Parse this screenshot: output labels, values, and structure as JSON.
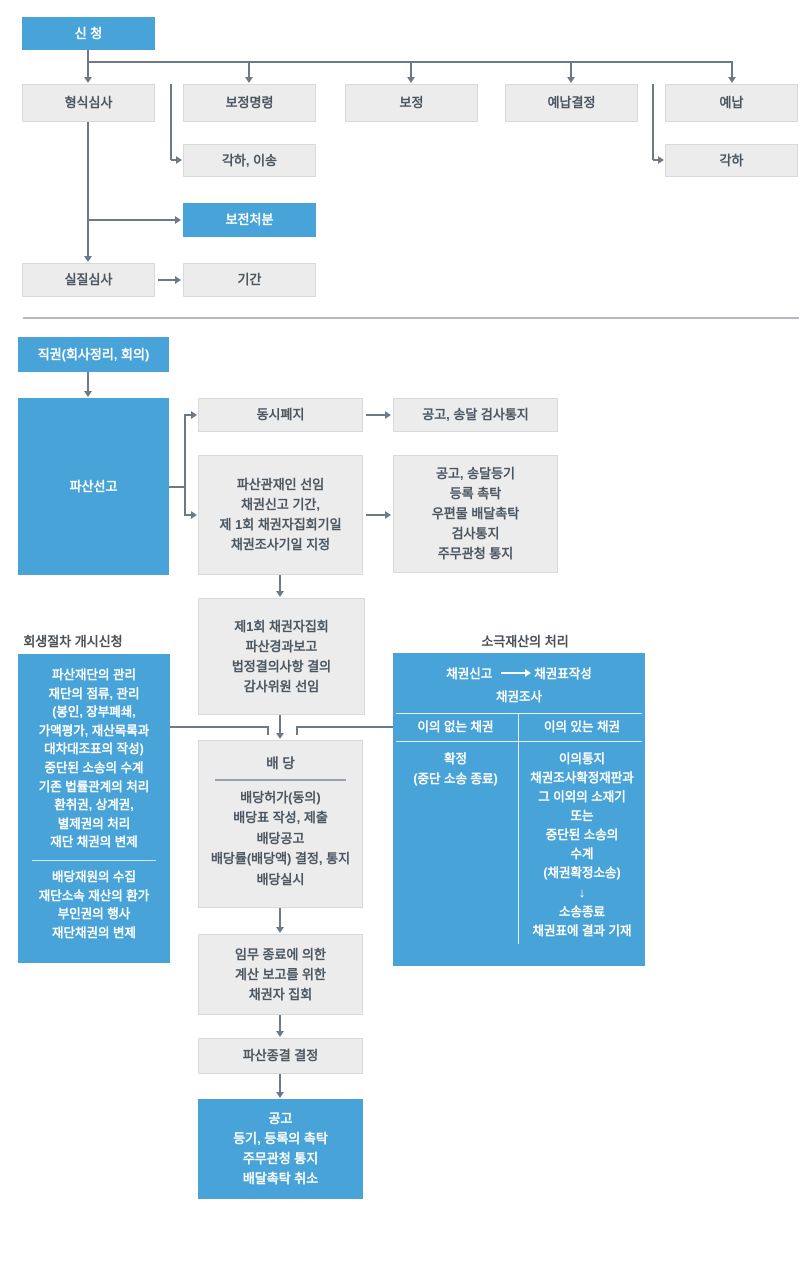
{
  "colors": {
    "accent_blue": "#47a3d8",
    "box_gray": "#ececec",
    "box_border": "#d9d9d9",
    "connector_gray": "#6d7984",
    "text_dark": "#4b5661",
    "divider_gray": "#b7bbbf"
  },
  "top": {
    "application": "신 청",
    "formal_review": "형식심사",
    "correction_order": "보정명령",
    "correction": "보정",
    "deposit_decision": "예납결정",
    "deposit": "예납",
    "dismissal_transfer": "각하, 이송",
    "dismissal": "각하",
    "preservation": "보전처분",
    "substantive_review": "실질심사",
    "period": "기간"
  },
  "mid": {
    "ex_officio": "직권(회사정리, 회의)",
    "declaration": "파산선고",
    "simultaneous_abolition": "동시폐지",
    "notice_service": "공고, 송달 검사통지",
    "trustee": "파산관재인 선임\n채권신고 기간,\n제 1회 채권자집회기일\n채권조사기일 지정",
    "notices": "공고, 송달등기\n등록 촉탁\n우편물 배달촉탁\n검사통지\n주무관청 통지",
    "first_meeting": "제1회 채권자집회\n파산경과보고\n법정결의사항 결의\n감사위원 선임"
  },
  "left_panel": {
    "heading": "회생절차 개시신청",
    "upper": "파산재단의 관리\n재단의 점류, 관리\n(봉인, 장부폐쇄,\n가액평가, 재산목록과\n대차대조표의 작성)\n중단된 소송의 수계\n기존 법률관계의 처리\n환취권, 상계권,\n별제권의 처리\n재단 채권의 변제",
    "lower": "배당재원의 수집\n재단소속 재산의 환가\n부인권의 행사\n재단채권의 변제"
  },
  "right_panel": {
    "heading": "소극재산의 처리",
    "claim_filing": "채권신고",
    "claim_table": "채권표작성",
    "investigation": "채권조사",
    "no_objection_header": "이의 없는 채권",
    "objection_header": "이의 있는 채권",
    "confirmed": "확정\n(중단 소송 종료)",
    "objection_flow_top": "이의통지\n채권조사확정재판과\n그 이외의 소재기\n또는\n중단된 소송의\n수계\n(채권확정소송)",
    "down_arrow": "↓",
    "objection_flow_bottom": "소송종료\n채권표에 결과 기재"
  },
  "dividend": {
    "title": "배 당",
    "body": "배당허가(동의)\n배당표 작성, 제출\n배당공고\n배당률(배당액) 결정, 통지\n배당실시"
  },
  "bottom": {
    "final_meeting": "임무 종료에 의한\n계산 보고를 위한\n채권자 집회",
    "closure": "파산종결 결정",
    "final_notice": "공고\n등기, 등록의 촉탁\n주무관청 통지\n배달촉탁 취소"
  }
}
